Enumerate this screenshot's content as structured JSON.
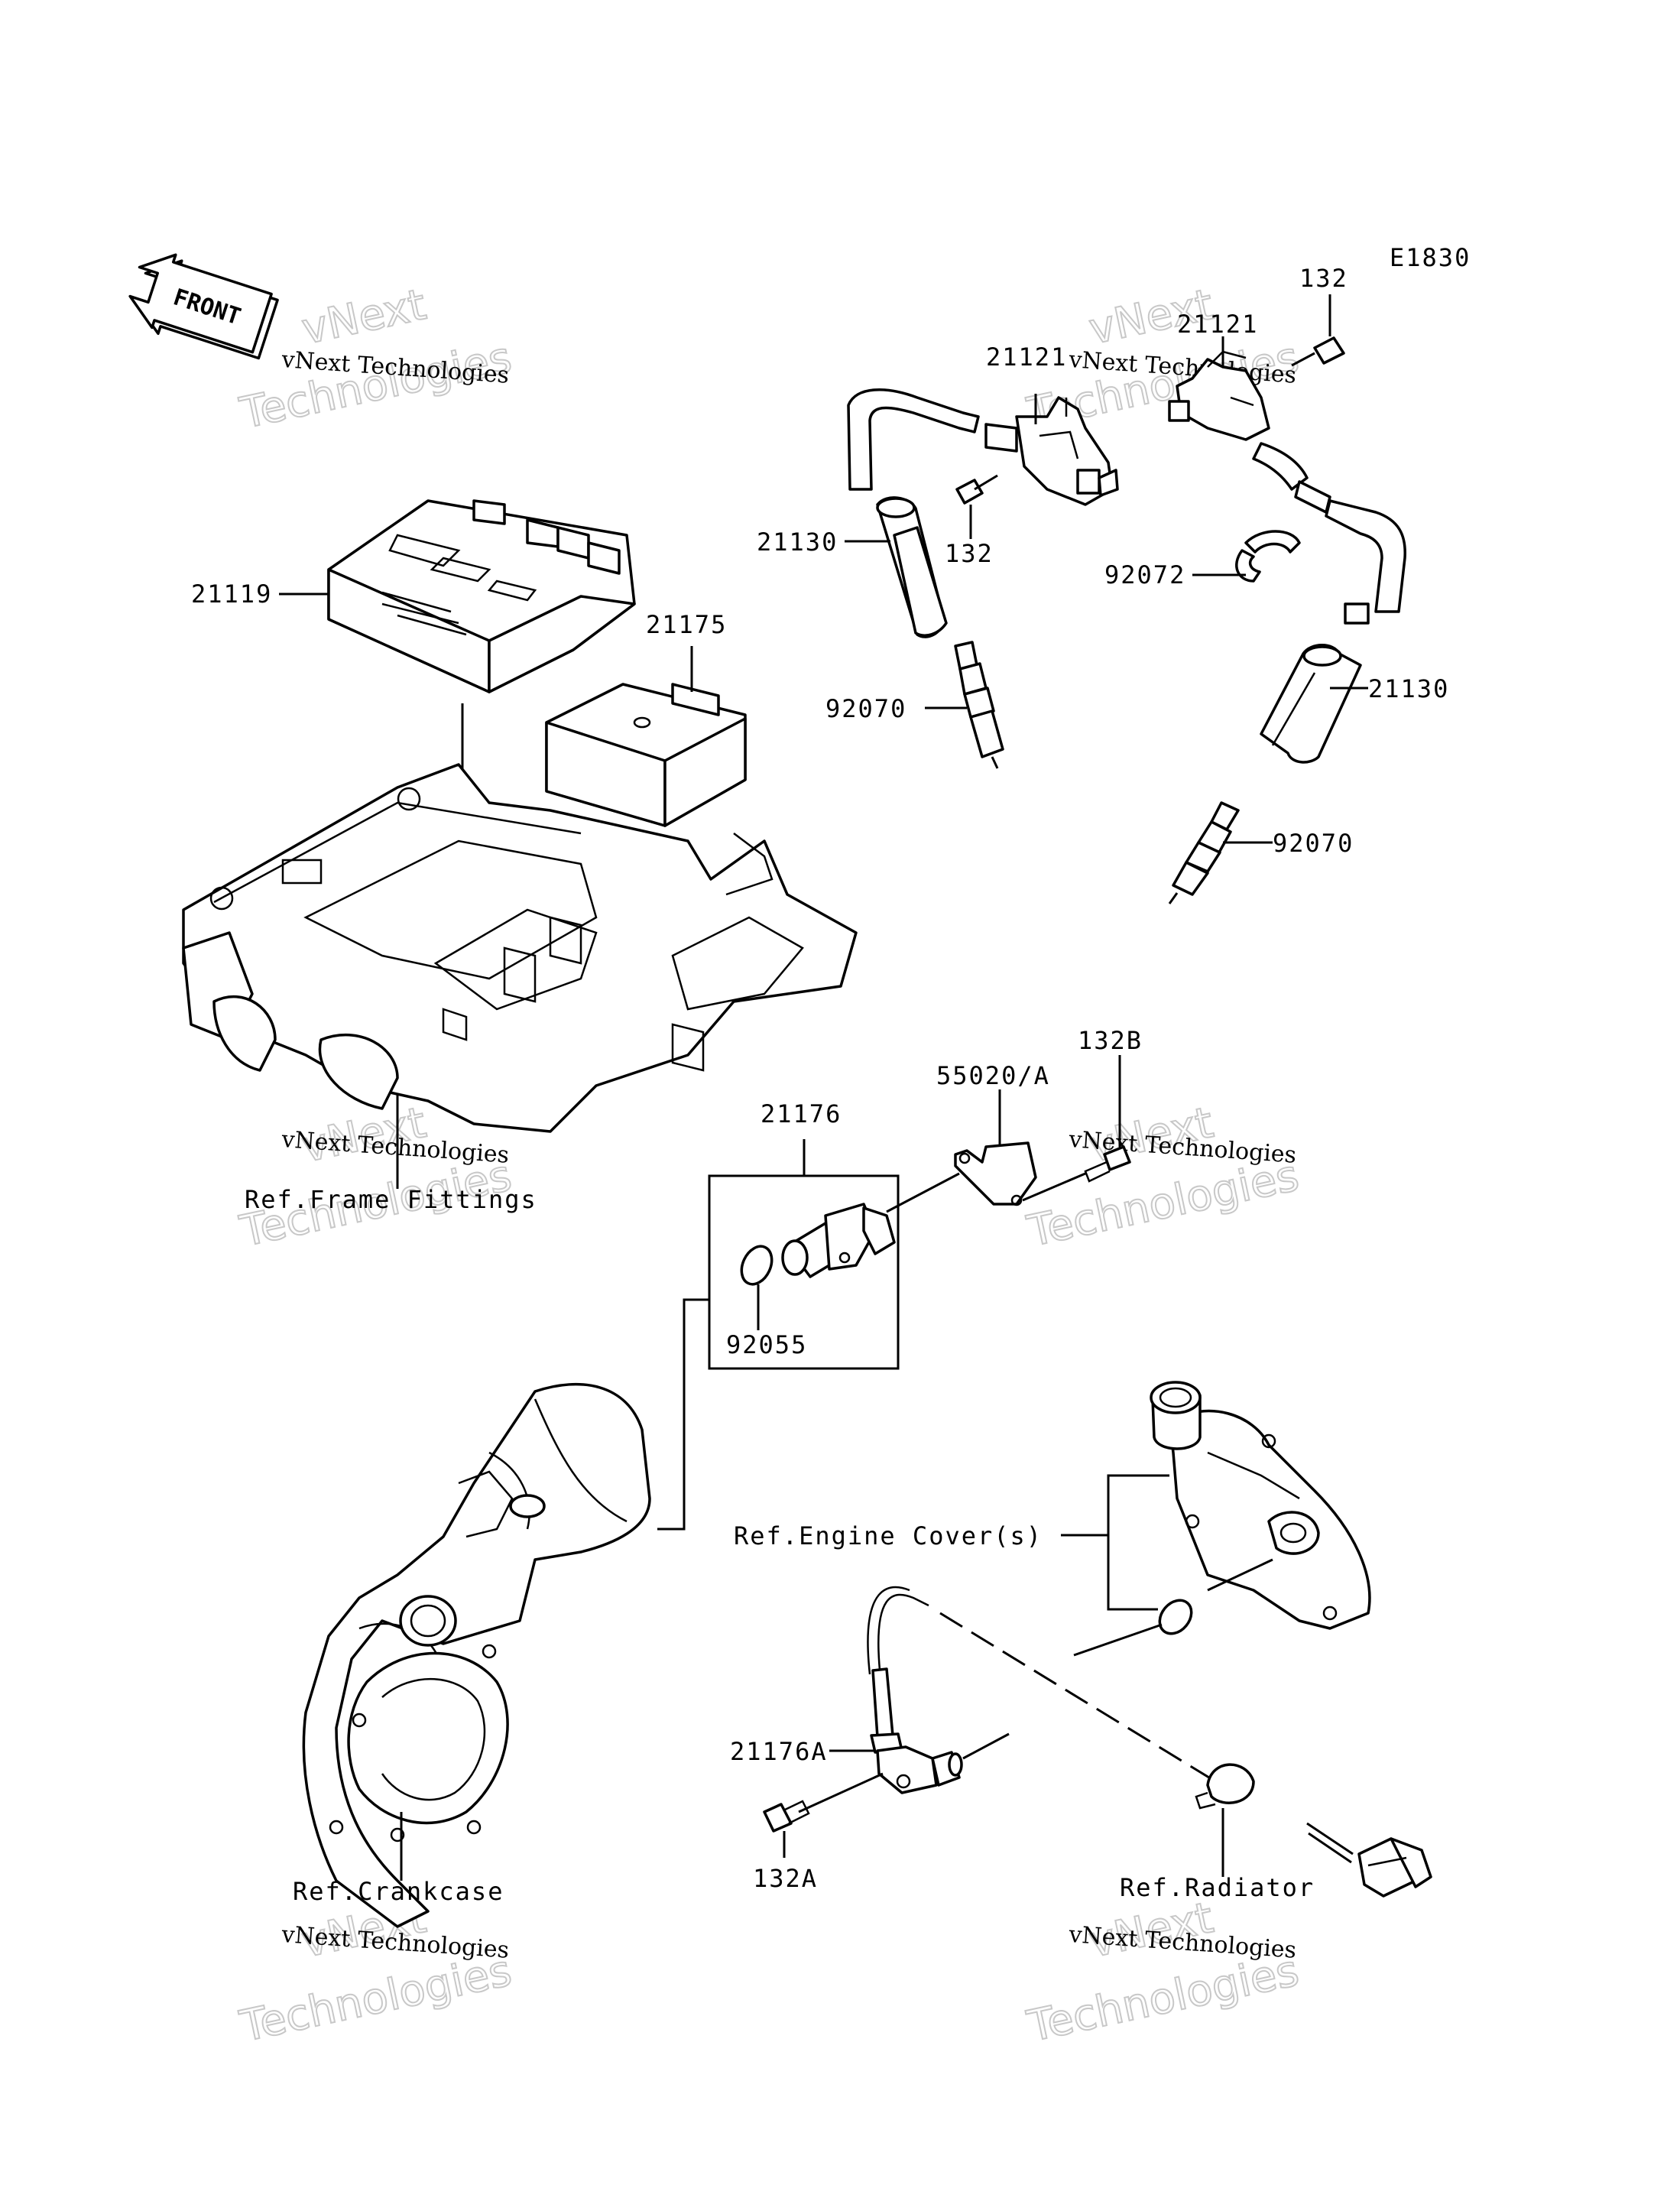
{
  "diagram_code": "E1830",
  "front_label": "FRONT",
  "watermark": {
    "line1": "vNext",
    "line2": "Technologies",
    "caption": "vNext Technologies"
  },
  "parts": {
    "p132_top": "132",
    "p21121_right": "21121",
    "p21121_left": "21121",
    "p21130_left": "21130",
    "p132_mid": "132",
    "p92072": "92072",
    "p21119": "21119",
    "p21175": "21175",
    "p92070_left": "92070",
    "p21130_right": "21130",
    "p92070_right": "92070",
    "p132B": "132B",
    "p55020A": "55020/A",
    "p21176": "21176",
    "p92055": "92055",
    "p21176A": "21176A",
    "p132A": "132A"
  },
  "refs": {
    "frame": "Ref.Frame Fittings",
    "engine_cover": "Ref.Engine Cover(s)",
    "crankcase": "Ref.Crankcase",
    "radiator": "Ref.Radiator"
  }
}
